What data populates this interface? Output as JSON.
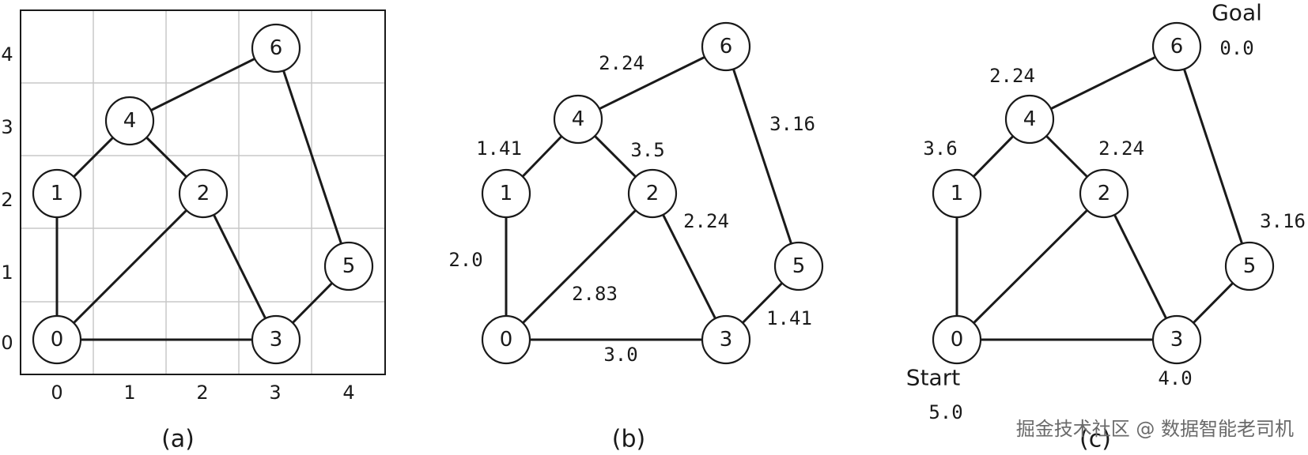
{
  "panels": {
    "a": {
      "caption": "(a)",
      "x_ticks": [
        "0",
        "1",
        "2",
        "3",
        "4"
      ],
      "y_ticks": [
        "0",
        "1",
        "2",
        "3",
        "4"
      ],
      "nodes": [
        "0",
        "1",
        "2",
        "3",
        "4",
        "5",
        "6"
      ]
    },
    "b": {
      "caption": "(b)",
      "nodes": [
        "0",
        "1",
        "2",
        "3",
        "4",
        "5",
        "6"
      ],
      "edge_weights": {
        "e01": "2.0",
        "e14": "1.41",
        "e46": "2.24",
        "e42": "3.5",
        "e02": "2.83",
        "e03": "3.0",
        "e23": "2.24",
        "e35": "1.41",
        "e56": "3.16"
      }
    },
    "c": {
      "caption": "(c)",
      "nodes": [
        "0",
        "1",
        "2",
        "3",
        "4",
        "5",
        "6"
      ],
      "goal_label": "Goal",
      "start_label": "Start",
      "heuristics": {
        "n0": "5.0",
        "n1": "3.6",
        "n2": "2.24",
        "n3": "4.0",
        "n4": "2.24",
        "n5": "3.16",
        "n6": "0.0"
      }
    }
  },
  "watermark": "掘金技术社区 @ 数据智能老司机"
}
